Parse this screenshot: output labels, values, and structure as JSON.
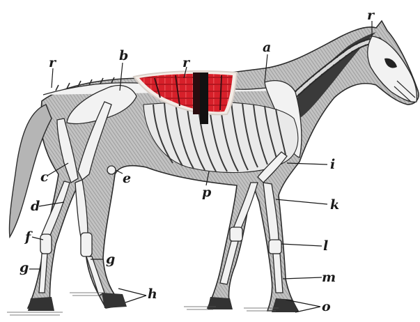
{
  "figure": {
    "labels": {
      "a": "a",
      "b": "b",
      "c": "c",
      "d": "d",
      "e": "e",
      "f": "f",
      "g_left": "g",
      "g_right": "g",
      "h": "h",
      "i": "i",
      "k": "k",
      "l": "l",
      "m": "m",
      "o": "o",
      "p": "p",
      "r_tail": "r",
      "r_back": "r",
      "r_head": "r"
    },
    "colors": {
      "body": "#bdbdbd",
      "hatch": "#8a8a8a",
      "outline": "#2b2b2b",
      "saddle_red": "#d7202a",
      "saddle_dark": "#3a0f12",
      "saddle_stripe": "#111111",
      "saddle_edge": "#f3ece6"
    }
  }
}
